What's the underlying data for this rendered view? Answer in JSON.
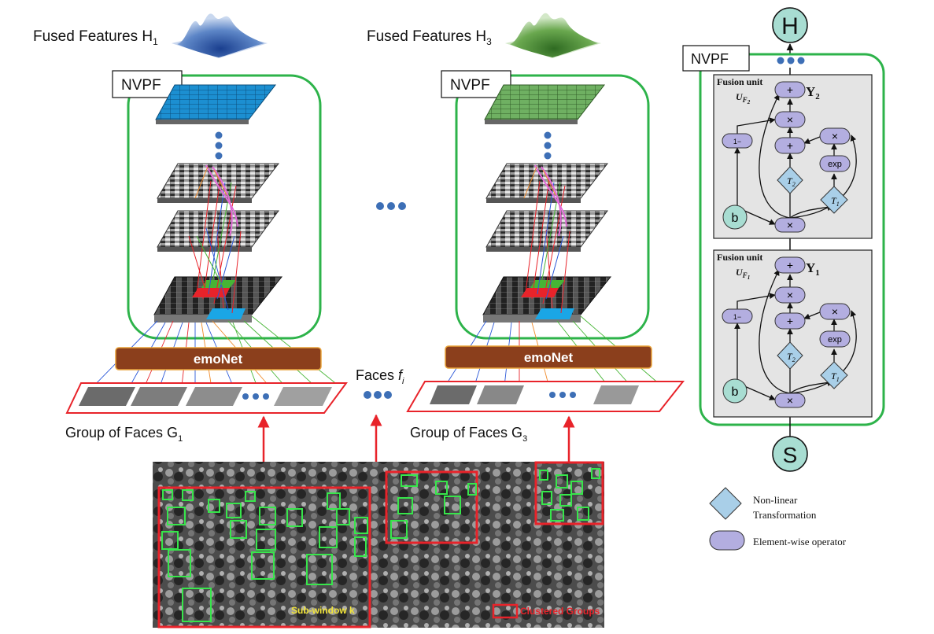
{
  "left_panel": {
    "fused_label": "Fused Features H",
    "fused_sub": "1",
    "nvpf_label": "NVPF",
    "emonet_label": "emoNet",
    "group_label": "Group of Faces G",
    "group_sub": "1"
  },
  "middle": {
    "faces_label": "Faces ",
    "faces_var": "f",
    "faces_sub": "i"
  },
  "mid_panel": {
    "fused_label": "Fused  Features H",
    "fused_sub": "3",
    "nvpf_label": "NVPF",
    "emonet_label": "emoNet",
    "group_label": "Group of Faces G",
    "group_sub": "3"
  },
  "right_panel": {
    "output_node": "H",
    "input_node": "S",
    "nvpf_label": "NVPF",
    "units": [
      {
        "title": "Fusion unit",
        "u_label": "U",
        "u_sub": "F",
        "u_subsub": "2",
        "y_label": "Y",
        "y_sub": "2",
        "bias_label": "b",
        "one_minus": "1−",
        "plus": "+",
        "times": "×",
        "exp": "exp",
        "t2": "T",
        "t2_sub": "2",
        "t1": "T",
        "t1_sub": "1"
      },
      {
        "title": "Fusion unit",
        "u_label": "U",
        "u_sub": "F",
        "u_subsub": "1",
        "y_label": "Y",
        "y_sub": "1",
        "bias_label": "b",
        "one_minus": "1−",
        "plus": "+",
        "times": "×",
        "exp": "exp",
        "t2": "T",
        "t2_sub": "2",
        "t1": "T",
        "t1_sub": "1"
      }
    ]
  },
  "legend": {
    "diamond_label_1": "Non-linear",
    "diamond_label_2": "Transformation",
    "pill_label": "Element-wise operator"
  },
  "photo": {
    "subwindow_label": "Sub-window k",
    "clustered_label": "Clustered Groups"
  },
  "colors": {
    "green_frame": "#2db34a",
    "red": "#e8232a",
    "emonet_fill": "#8b3f1c",
    "teal_node": "#a8ddd2",
    "pill_fill": "#b3aee0",
    "diamond_fill": "#a9cfe8",
    "dot_blue": "#3d6fb6"
  }
}
